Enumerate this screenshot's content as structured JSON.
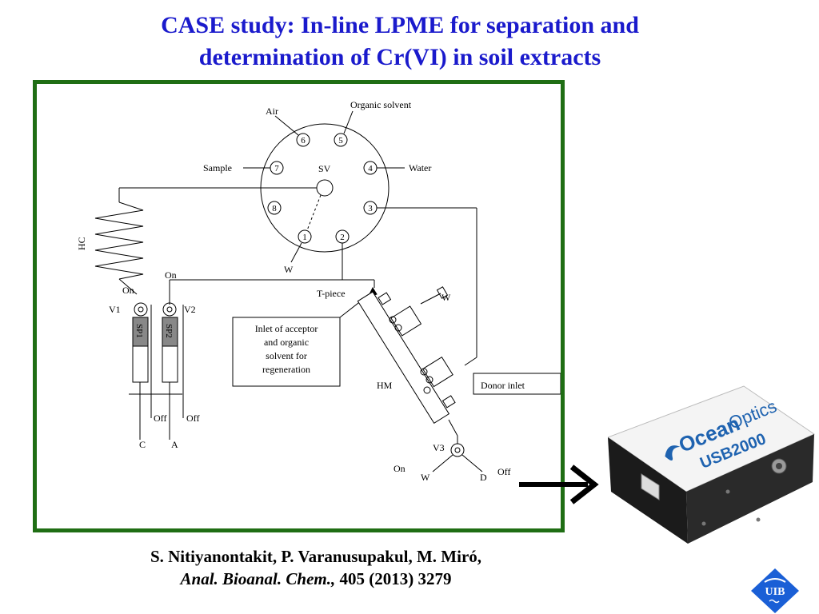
{
  "title": {
    "line1": "CASE study: In-line LPME for separation and",
    "line2": "determination of Cr(VI) in soil extracts"
  },
  "diagram": {
    "ports": [
      "1",
      "2",
      "3",
      "4",
      "5",
      "6",
      "7",
      "8"
    ],
    "valve_center": "SV",
    "labels": {
      "air": "Air",
      "organic_solvent": "Organic solvent",
      "sample": "Sample",
      "water": "Water",
      "w_port1": "W",
      "hc": "HC",
      "on_v1": "On",
      "on_v2": "On",
      "v1": "V1",
      "v2": "V2",
      "sp1": "SP1",
      "sp2": "SP2",
      "off_left": "Off",
      "off_right": "Off",
      "c": "C",
      "a": "A",
      "t_piece": "T-piece",
      "hm": "HM",
      "w_hm_top": "W",
      "donor_inlet": "Donor inlet",
      "v3": "V3",
      "on_v3": "On",
      "w_v3": "W",
      "d_v3": "D",
      "off_v3": "Off"
    },
    "inlet_box": [
      "Inlet of acceptor",
      "and organic",
      "solvent for",
      "regeneration"
    ]
  },
  "device": {
    "brand_line1": "Ocean",
    "brand_line2": "Optics",
    "model": "USB2000"
  },
  "citation": {
    "authors": "S. Nitiyanontakit, P. Varanusupakul, M. Miró,",
    "journal": "Anal. Bioanal. Chem.,",
    "details": " 405 (2013) 3279"
  },
  "logo": {
    "text": "UIB"
  },
  "colors": {
    "title": "#1a1acc",
    "frame": "#1f6e14",
    "logo": "#1a5fd6"
  }
}
